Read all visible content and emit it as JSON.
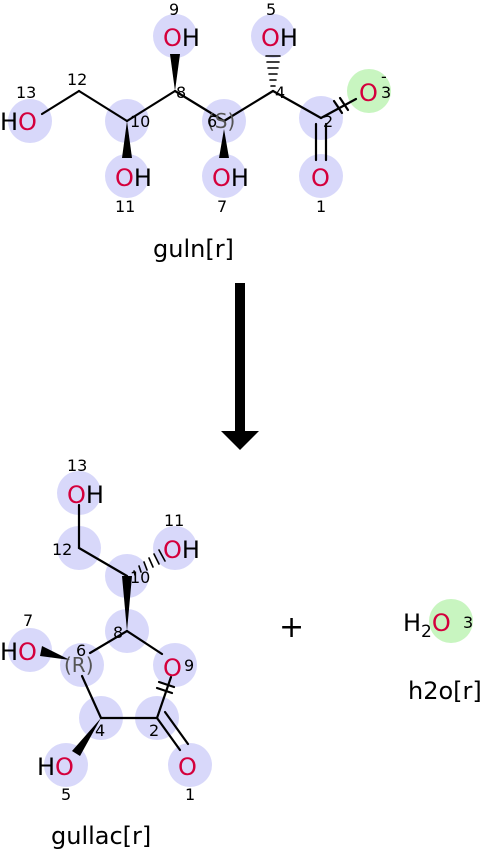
{
  "reaction": {
    "substrate": {
      "label": "guln[r]",
      "numbers": [
        "9",
        "5",
        "13",
        "12",
        "8",
        "4",
        "10",
        "6",
        "2",
        "11",
        "7",
        "1",
        "3"
      ],
      "stereo": "(S)",
      "charge": "-"
    },
    "products": [
      {
        "label": "gullac[r]",
        "numbers": [
          "13",
          "11",
          "12",
          "10",
          "8",
          "7",
          "6",
          "9",
          "4",
          "2",
          "5",
          "1"
        ],
        "stereo": "(R)"
      },
      {
        "label": "h2o[r]",
        "numbers": [
          "3"
        ]
      }
    ],
    "plus": "+"
  },
  "colors": {
    "oxygen": "#d4003c",
    "highlight": "#d8d8fa",
    "highlight_anion": "#c8f5c0",
    "bond": "#000000"
  }
}
